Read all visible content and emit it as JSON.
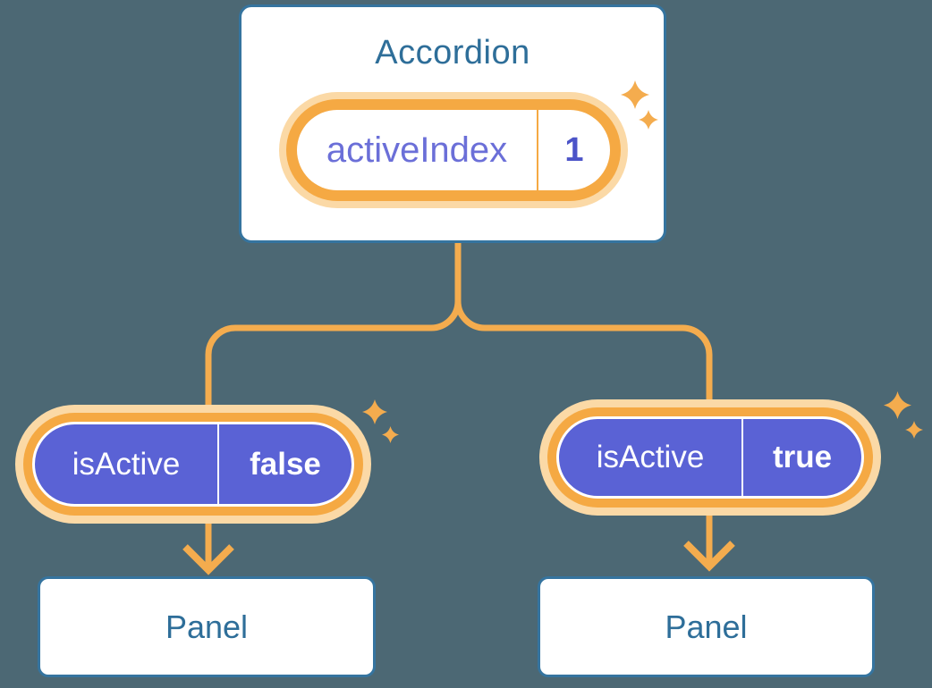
{
  "diagram": {
    "root": {
      "title": "Accordion",
      "pill": {
        "label": "activeIndex",
        "value": "1"
      }
    },
    "children": [
      {
        "pill": {
          "label": "isActive",
          "value": "false"
        },
        "panel": "Panel"
      },
      {
        "pill": {
          "label": "isActive",
          "value": "true"
        },
        "panel": "Panel"
      }
    ]
  },
  "icons": {
    "sparkle": "sparkle-icon"
  },
  "colors": {
    "background": "#4C6874",
    "card_fill": "#FFFFFF",
    "card_border": "#35749F",
    "heading_text": "#2E6E99",
    "state_name_text": "#6B6FD8",
    "state_value_text": "#4C54C8",
    "prop_pill_fill": "#5A62D5",
    "prop_pill_text": "#FFFFFF",
    "ring_orange": "#F5A943",
    "ring_halo": "#FBD9A6",
    "connector_orange": "#F4AC4E"
  }
}
